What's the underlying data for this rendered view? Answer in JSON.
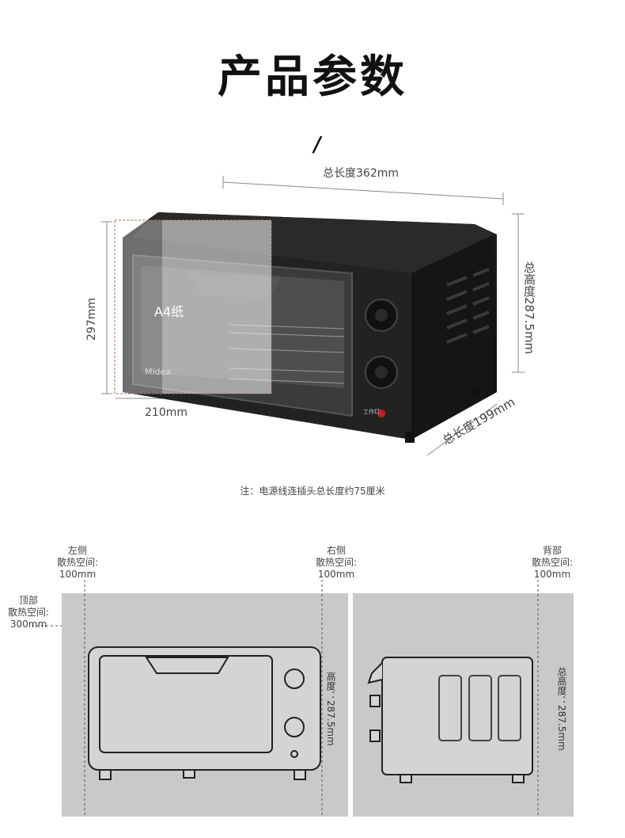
{
  "header": {
    "title": "产品参数",
    "slash": "/"
  },
  "dimensions": {
    "total_length": "总长度362mm",
    "total_height": "总高度287.5mm",
    "total_depth": "总长度199mm",
    "a4_height": "297mm",
    "a4_width": "210mm",
    "a4_label": "A4纸"
  },
  "oven": {
    "brand": "Midea",
    "indicator": "工作灯"
  },
  "note": "注：电源线连插头总长度约75厘米",
  "clearance": {
    "left": {
      "line1": "左侧",
      "line2": "散热空间:",
      "line3": "100mm"
    },
    "right": {
      "line1": "右侧",
      "line2": "散热空间:",
      "line3": "100mm"
    },
    "back": {
      "line1": "背部",
      "line2": "散热空间:",
      "line3": "100mm"
    },
    "top": {
      "line1": "顶部",
      "line2": "散热空间:",
      "line3": "300mm"
    }
  },
  "diagram_height_front": "高度：287.5mm",
  "diagram_height_side": "总高度：287.5mm"
}
